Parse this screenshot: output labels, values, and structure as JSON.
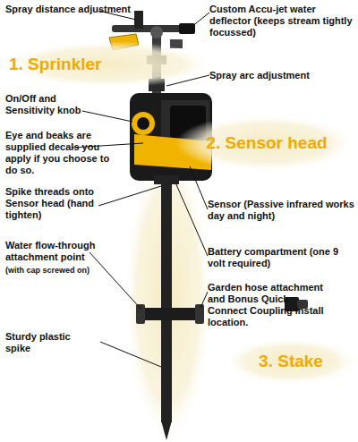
{
  "diagram": {
    "nodes": [
      {
        "text": [
          "1. Sprinkler"
        ]
      },
      {
        "text": [
          "2. Sensor head"
        ]
      },
      {
        "text": [
          "3. Stake"
        ]
      }
    ],
    "labels": [
      "Spray distance adjustment",
      "Custom Accu-jet water deflector (keeps stream tightly focussed)",
      "Spray arc adjustment",
      "On/Off and Sensitivity knob",
      "Eye and beaks are supplied decals you apply if you choose to do so.",
      "Spike threads onto Sensor head (hand tighten)",
      "Sensor (Passive infrared works day and night)",
      "Water flow-through attachment point",
      "(with cap screwed on)",
      "Battery compartment (one 9 volt required)",
      "Garden hose attachment and Bonus Quick Connect Coupling install location.",
      "Sturdy plastic spike"
    ]
  }
}
